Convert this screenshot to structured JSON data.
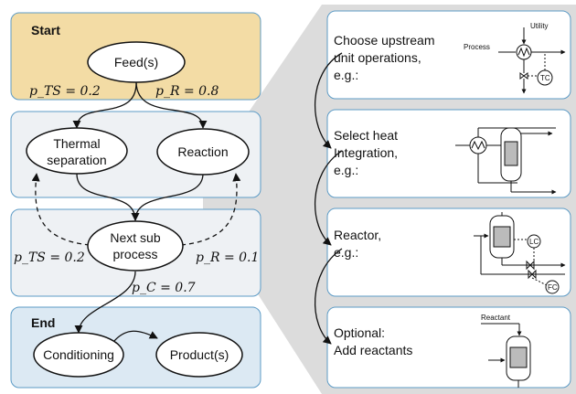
{
  "left_flow": {
    "start_label": "Start",
    "end_label": "End",
    "nodes": {
      "feed": "Feed(s)",
      "thermal_line1": "Thermal",
      "thermal_line2": "separation",
      "reaction": "Reaction",
      "next_line1": "Next sub",
      "next_line2": "process",
      "conditioning": "Conditioning",
      "product": "Product(s)"
    },
    "probabilities": {
      "top_ts": "p_TS = 0.2",
      "top_r": "p_R = 0.8",
      "loop_ts": "p_TS = 0.2",
      "loop_r": "p_R = 0.1",
      "conditioning": "p_C = 0.7"
    }
  },
  "detail_panels": [
    {
      "lines": [
        "Choose upstream",
        "unit operations,",
        "e.g.:"
      ]
    },
    {
      "lines": [
        "Select heat",
        "Integration,",
        "e.g.:"
      ]
    },
    {
      "lines": [
        "Reactor,",
        "e.g.:"
      ]
    },
    {
      "lines": [
        "Optional:",
        "Add reactants"
      ]
    }
  ],
  "schematic_labels": {
    "utility": "Utility",
    "process": "Process",
    "tc": "TC",
    "lc": "LC",
    "fc": "FC",
    "reactant": "Reactant"
  },
  "colors": {
    "start_fill": "#f3dca5",
    "middle_fill": "#eef1f4",
    "end_fill": "#dce9f3",
    "panel_border": "#5c9bc6",
    "backdrop": "#dcdcdc"
  }
}
